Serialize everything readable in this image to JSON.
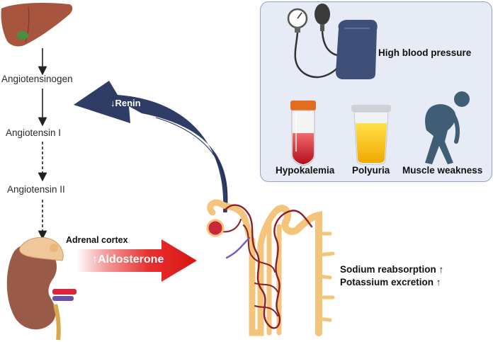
{
  "pathway": {
    "angiotensinogen": "Angiotensinogen",
    "angiotensin_1": "Angiotensin I",
    "angiotensin_2": "Angiotensin II",
    "adrenal_cortex": "Adrenal cortex"
  },
  "arrows": {
    "renin": "↓Renin",
    "aldosterone": "↑Aldosterone"
  },
  "kidney_effects": {
    "sodium": "Sodium  reabsorption ↑",
    "potassium": "Potassium excretion ↑"
  },
  "symptoms": {
    "high_bp": "High blood pressure",
    "hypokalemia": "Hypokalemia",
    "polyuria": "Polyuria",
    "muscle_weakness": "Muscle weakness"
  },
  "colors": {
    "renin_arrow": "#2f3c66",
    "aldosterone_arrow": "#e31b1b",
    "panel_bg": "#e6ebf6",
    "panel_border": "#8fa1cf",
    "liver": "#a8553f",
    "nephron": "#f3c47a",
    "vessel": "#8a1f2a"
  }
}
